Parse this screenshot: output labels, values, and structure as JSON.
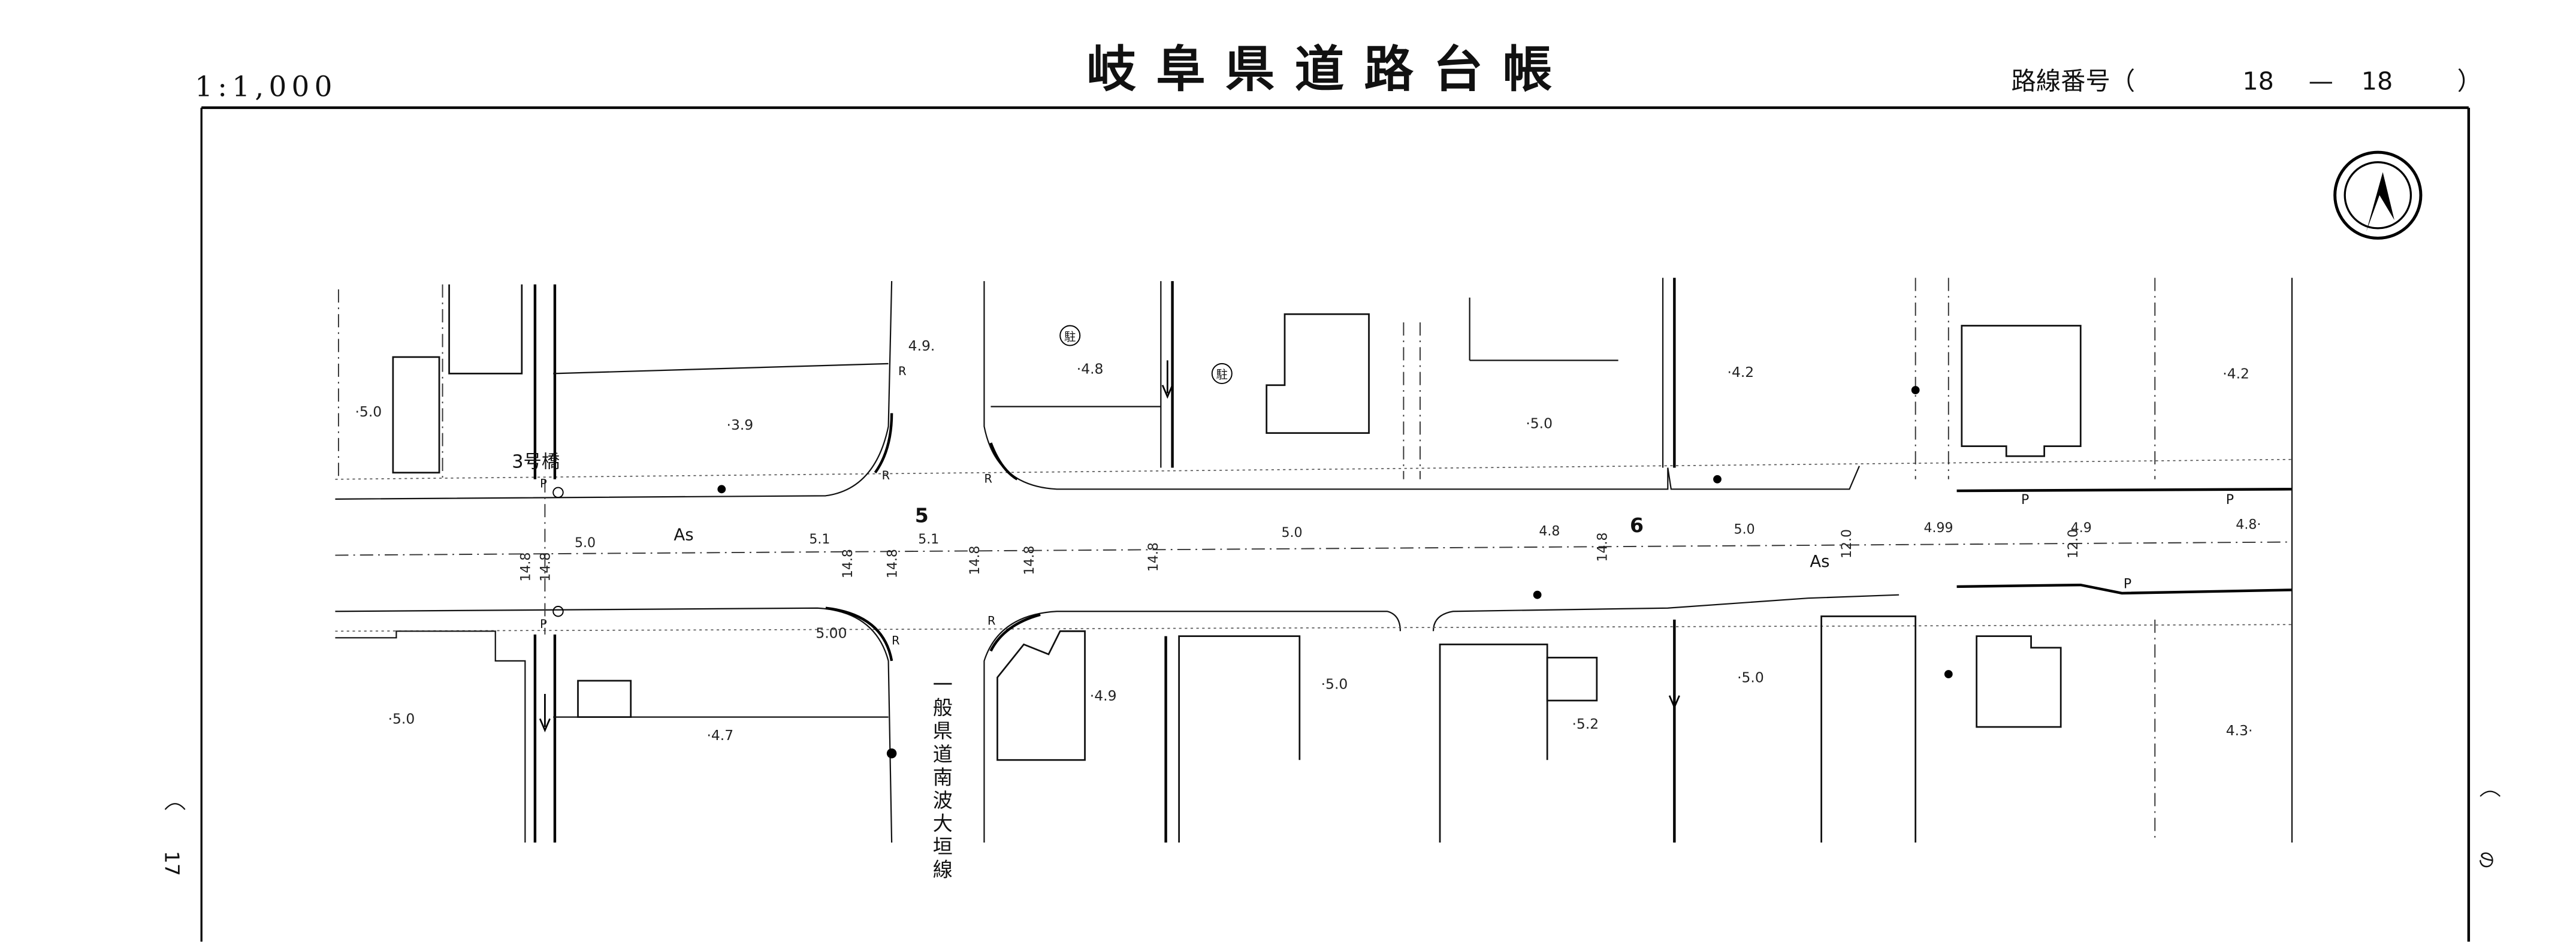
{
  "header": {
    "scale": "1:1,000",
    "title": "岐阜県道路台帳",
    "route_label": "路線番号（",
    "route_from": "18",
    "route_sep": "—",
    "route_to": "18",
    "route_close": "）"
  },
  "side": {
    "left_page": "17",
    "right_mark": "の"
  },
  "map": {
    "bridge_label": "3号橋",
    "crossing_road_name": "一般県道南波大垣線",
    "surface": [
      "As",
      "As"
    ],
    "section_numbers": [
      "5",
      "6"
    ],
    "parking_mark": "駐",
    "parking_mark_2": "駐",
    "elevations": [
      "·5.0",
      "·3.9",
      "4.9.",
      "·4.8",
      "·5.0",
      "·4.2",
      "·4.2",
      "·5.0",
      "·4.7",
      "5.00",
      "·4.9",
      "·5.0",
      "·5.2",
      "·5.0",
      "4.3·"
    ],
    "road_elevations": [
      "5.0",
      "5.1",
      "5.1",
      "5.0",
      "4.8",
      "5.0",
      "4.99",
      "4.9",
      "4.8·"
    ],
    "widths": [
      "14.8",
      "14.8",
      "14.8",
      "14.8",
      "14.8",
      "14.8",
      "14.8",
      "14.8",
      "12.0",
      "12.0"
    ],
    "markers": {
      "P": "P",
      "R": "R"
    }
  }
}
